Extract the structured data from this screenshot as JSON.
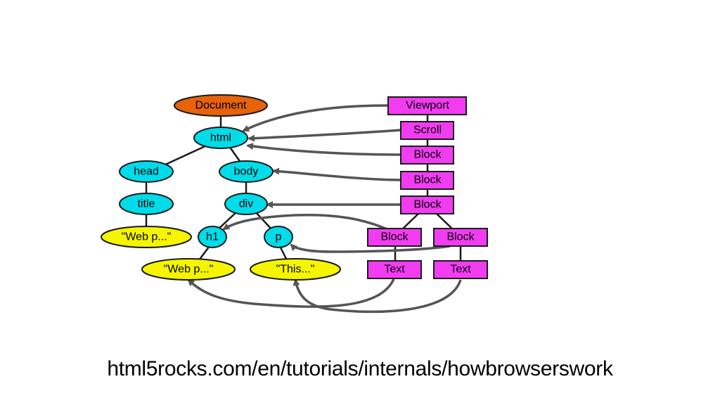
{
  "colors": {
    "document": "#e8620a",
    "dom_node": "#00dcea",
    "text_node": "#f5f500",
    "render_box": "#f23cf2",
    "line": "#1a1a1a",
    "arrow": "#555555"
  },
  "dom_tree": {
    "document": "Document",
    "html": "html",
    "head": "head",
    "body": "body",
    "title": "title",
    "div": "div",
    "title_text": "\"Web p...\"",
    "h1": "h1",
    "p": "p",
    "h1_text": "\"Web p...\"",
    "p_text": "\"This...\""
  },
  "render_tree": {
    "viewport": "Viewport",
    "scroll": "Scroll",
    "block_1": "Block",
    "block_2": "Block",
    "block_3": "Block",
    "block_4": "Block",
    "block_5": "Block",
    "text_1": "Text",
    "text_2": "Text"
  },
  "caption": "html5rocks.com/en/tutorials/internals/howbrowserswork"
}
